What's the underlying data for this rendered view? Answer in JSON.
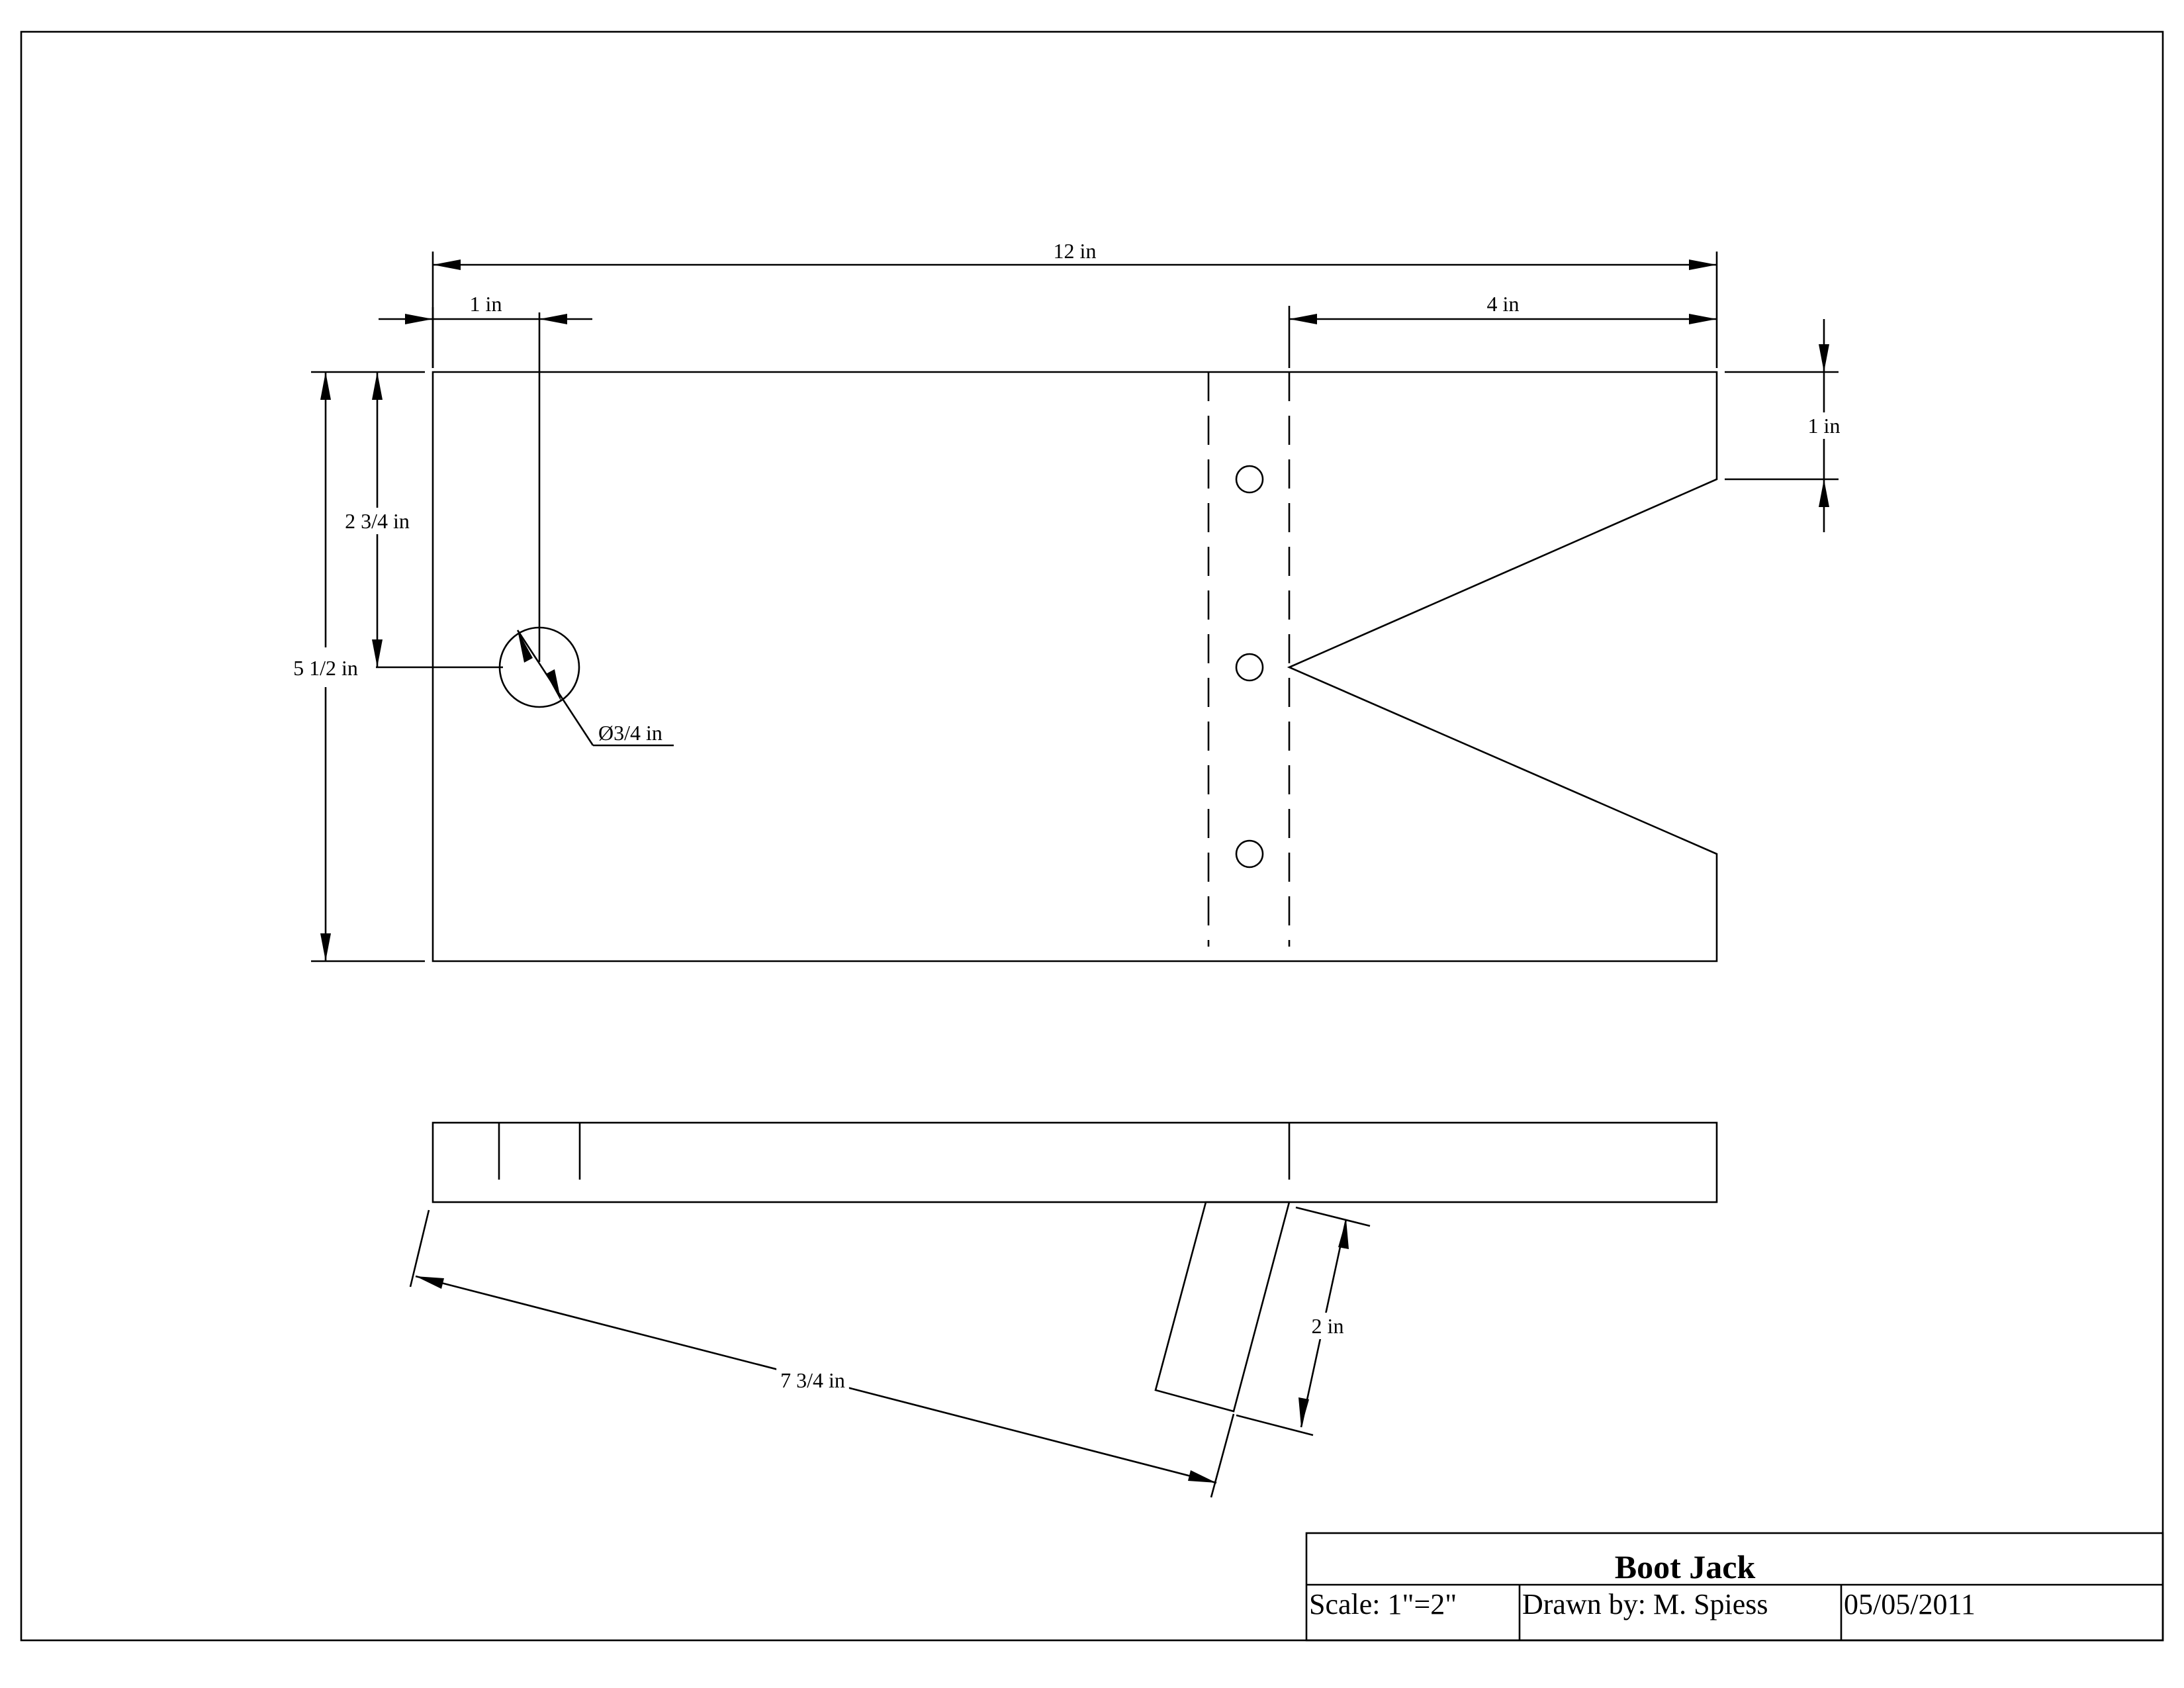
{
  "title_block": {
    "title": "Boot Jack",
    "scale": "Scale: 1\"=2\"",
    "drawn_by": "Drawn by: M. Spiess",
    "date": "05/05/2011"
  },
  "dimensions": {
    "overall_length": "12 in",
    "hole_offset": "1 in",
    "notch_length": "4 in",
    "notch_edge": "1 in",
    "hole_height": "2 3/4 in",
    "overall_width": "5 1/2 in",
    "hole_diameter": "Ø3/4 in",
    "support_height": "2 in",
    "incline_length": "7 3/4 in"
  }
}
